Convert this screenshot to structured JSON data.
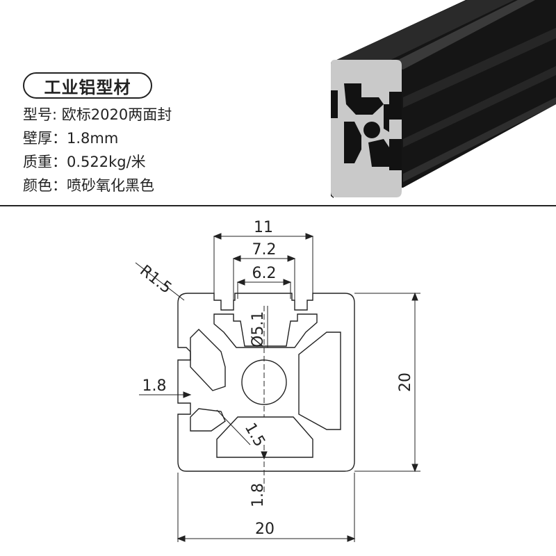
{
  "product": {
    "title": "工业铝型材",
    "specs": [
      "型号: 欧标2020两面封",
      "壁厚：1.8mm",
      "质重：0.522kg/米",
      "颜色：喷砂氧化黑色"
    ]
  },
  "dimensions": {
    "slot_outer": "11",
    "slot_mid": "7.2",
    "slot_inner": "6.2",
    "corner_radius": "R1.5",
    "bore": "Ø5.1",
    "wall_left": "1.8",
    "web": "1.5",
    "wall_bottom": "1.8",
    "height": "20",
    "width": "20"
  },
  "colors": {
    "profile_black": "#111111",
    "line": "#222222"
  }
}
